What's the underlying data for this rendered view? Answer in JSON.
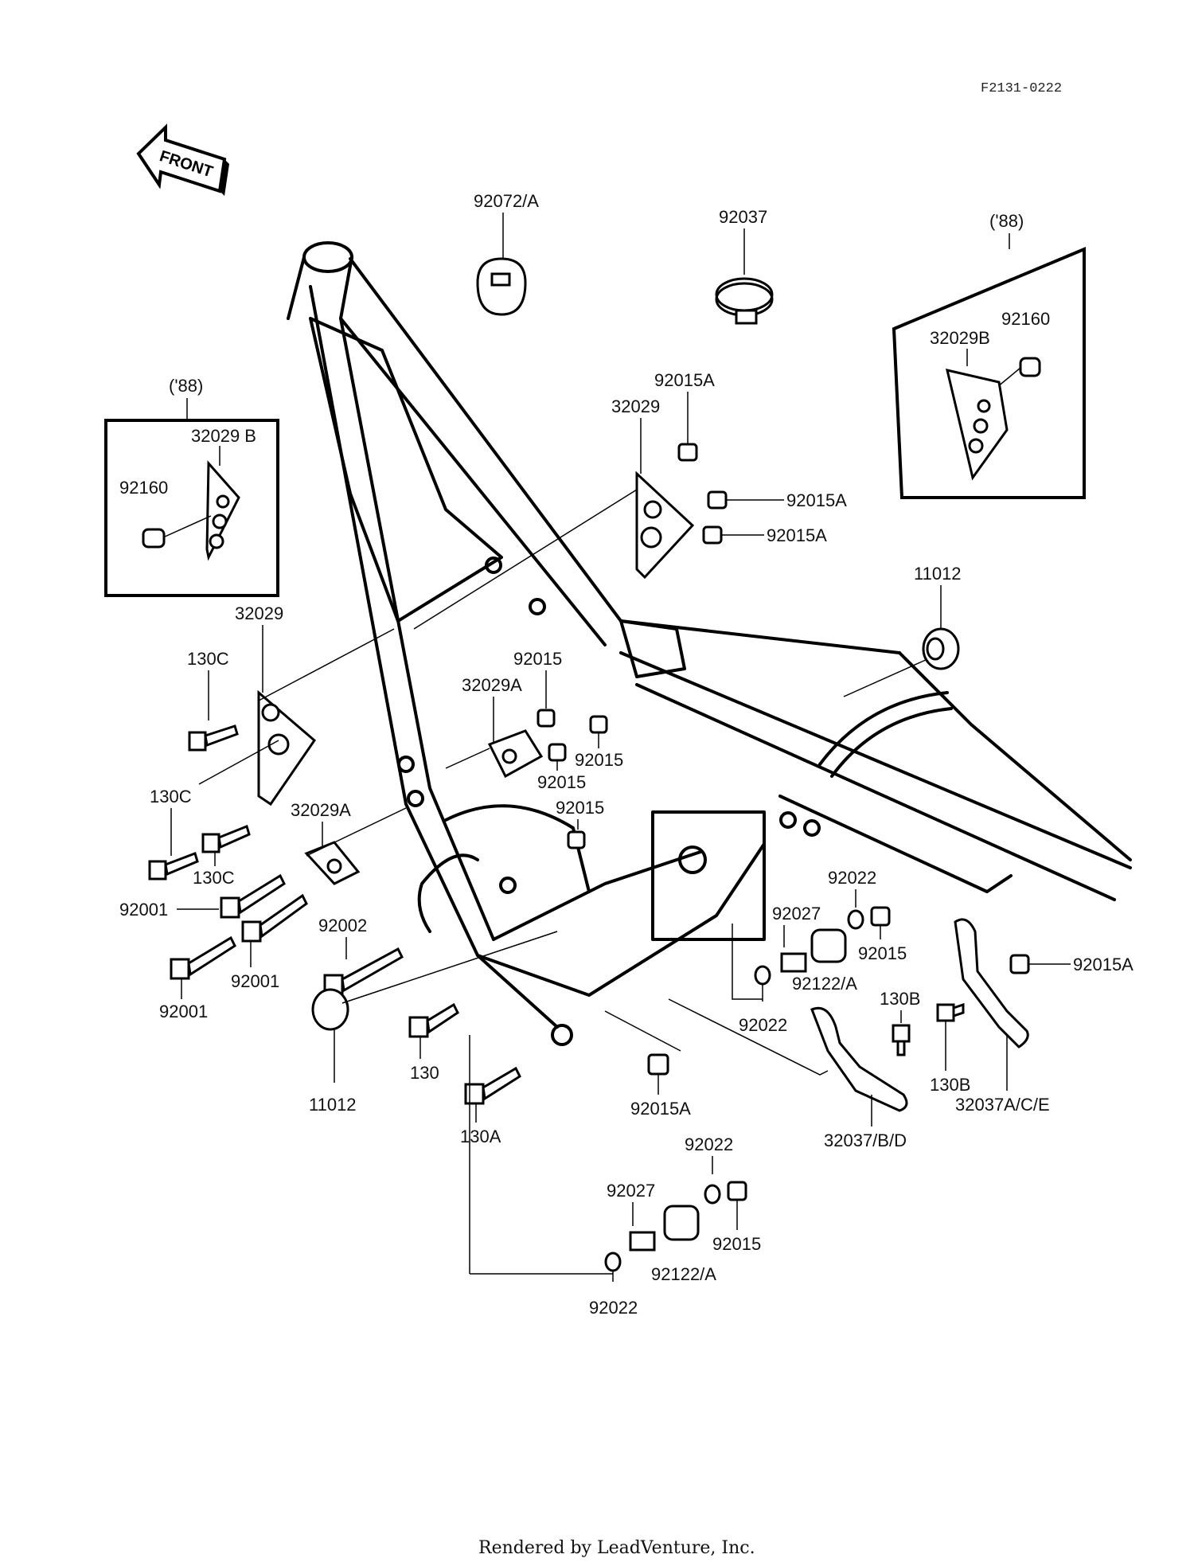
{
  "diagram_code": "F2131-0222",
  "front_label": "FRONT",
  "footer": "Rendered by LeadVenture, Inc.",
  "inset_year": "('88)",
  "labels": {
    "p92072A": "92072/A",
    "p92037": "92037",
    "p92015A_1": "92015A",
    "p32029_top": "32029",
    "p92015A_2": "92015A",
    "p92015A_3": "92015A",
    "p11012_right": "11012",
    "p32029_left": "32029",
    "p130C_1": "130C",
    "p130C_2": "130C",
    "p130C_3": "130C",
    "p92015_1": "92015",
    "p32029A_1": "32029A",
    "p92015_2": "92015",
    "p92015_3": "92015",
    "p92015_4": "92015",
    "p32029A_2": "32029A",
    "p92001_1": "92001",
    "p92001_2": "92001",
    "p92001_3": "92001",
    "p92002": "92002",
    "p11012_left": "11012",
    "p130": "130",
    "p130A": "130A",
    "p92015A_4": "92015A",
    "p92022_1": "92022",
    "p92027_1": "92027",
    "p92122A_1": "92122/A",
    "p92022_2": "92022",
    "p92015_5": "92015",
    "p92015A_5": "92015A",
    "p130B_1": "130B",
    "p130B_2": "130B",
    "p32037ACE": "32037A/C/E",
    "p32037BD": "32037/B/D",
    "p92022_3": "92022",
    "p92027_2": "92027",
    "p92015_6": "92015",
    "p92122A_2": "92122/A",
    "p92022_4": "92022",
    "inset_left_32029B": "32029 B",
    "inset_left_92160": "92160",
    "inset_right_92160": "92160",
    "inset_right_32029B": "32029B"
  }
}
